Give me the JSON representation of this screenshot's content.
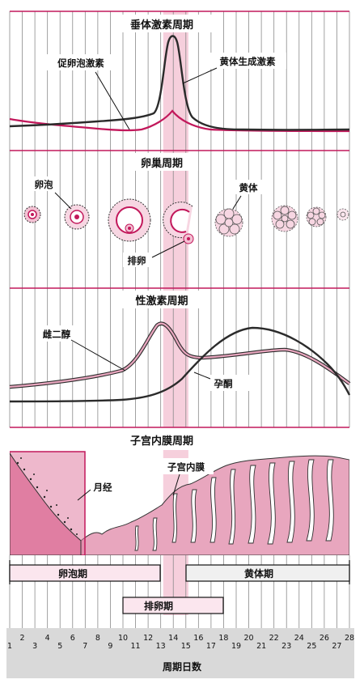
{
  "colors": {
    "accent": "#c2185b",
    "pink": "#e8a6be",
    "light_pink": "#f9dfe8",
    "ovulation_band": "#f6cfdc",
    "dark_line": "#2b2b2b",
    "grid": "#7a7a7a"
  },
  "pituitary": {
    "title": "垂体激素周期",
    "fsh_label": "促卵泡激素",
    "lh_label": "黄体生成激素"
  },
  "ovary": {
    "title": "卵巢周期",
    "follicle_label": "卵泡",
    "ovulation_label": "排卵",
    "corpus_luteum_label": "黄体"
  },
  "sex_hormone": {
    "title": "性激素周期",
    "estradiol_label": "雌二醇",
    "progesterone_label": "孕酮"
  },
  "uterus": {
    "title": "子宫内膜周期",
    "menses_label": "月经",
    "endometrium_label": "子宫内膜"
  },
  "phases": {
    "follicular": "卵泡期",
    "luteal": "黄体期",
    "ovulatory": "排卵期"
  },
  "axis": {
    "title": "周期日数",
    "days": [
      "1",
      "2",
      "3",
      "4",
      "5",
      "6",
      "7",
      "8",
      "9",
      "10",
      "11",
      "12",
      "13",
      "14",
      "15",
      "16",
      "17",
      "18",
      "19",
      "20",
      "21",
      "22",
      "23",
      "24",
      "25",
      "26",
      "27",
      "28"
    ]
  }
}
